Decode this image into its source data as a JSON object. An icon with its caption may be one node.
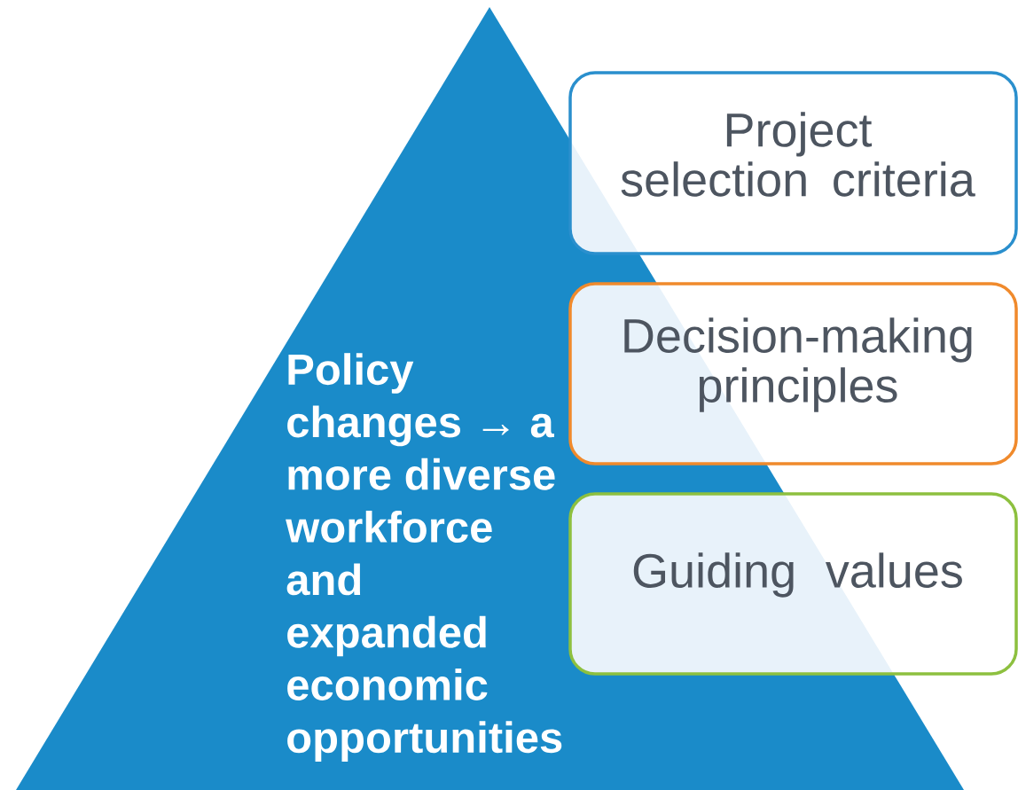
{
  "diagram": {
    "nodes": [
      {
        "text": [
          "Policy changes → a more diverse workforce and expanded economic opportunities"
        ]
      },
      {
        "text": [
          "Project selection criteria"
        ]
      },
      {
        "text": [
          "Decision-making principles"
        ]
      },
      {
        "text": [
          "Guiding values"
        ]
      }
    ]
  }
}
